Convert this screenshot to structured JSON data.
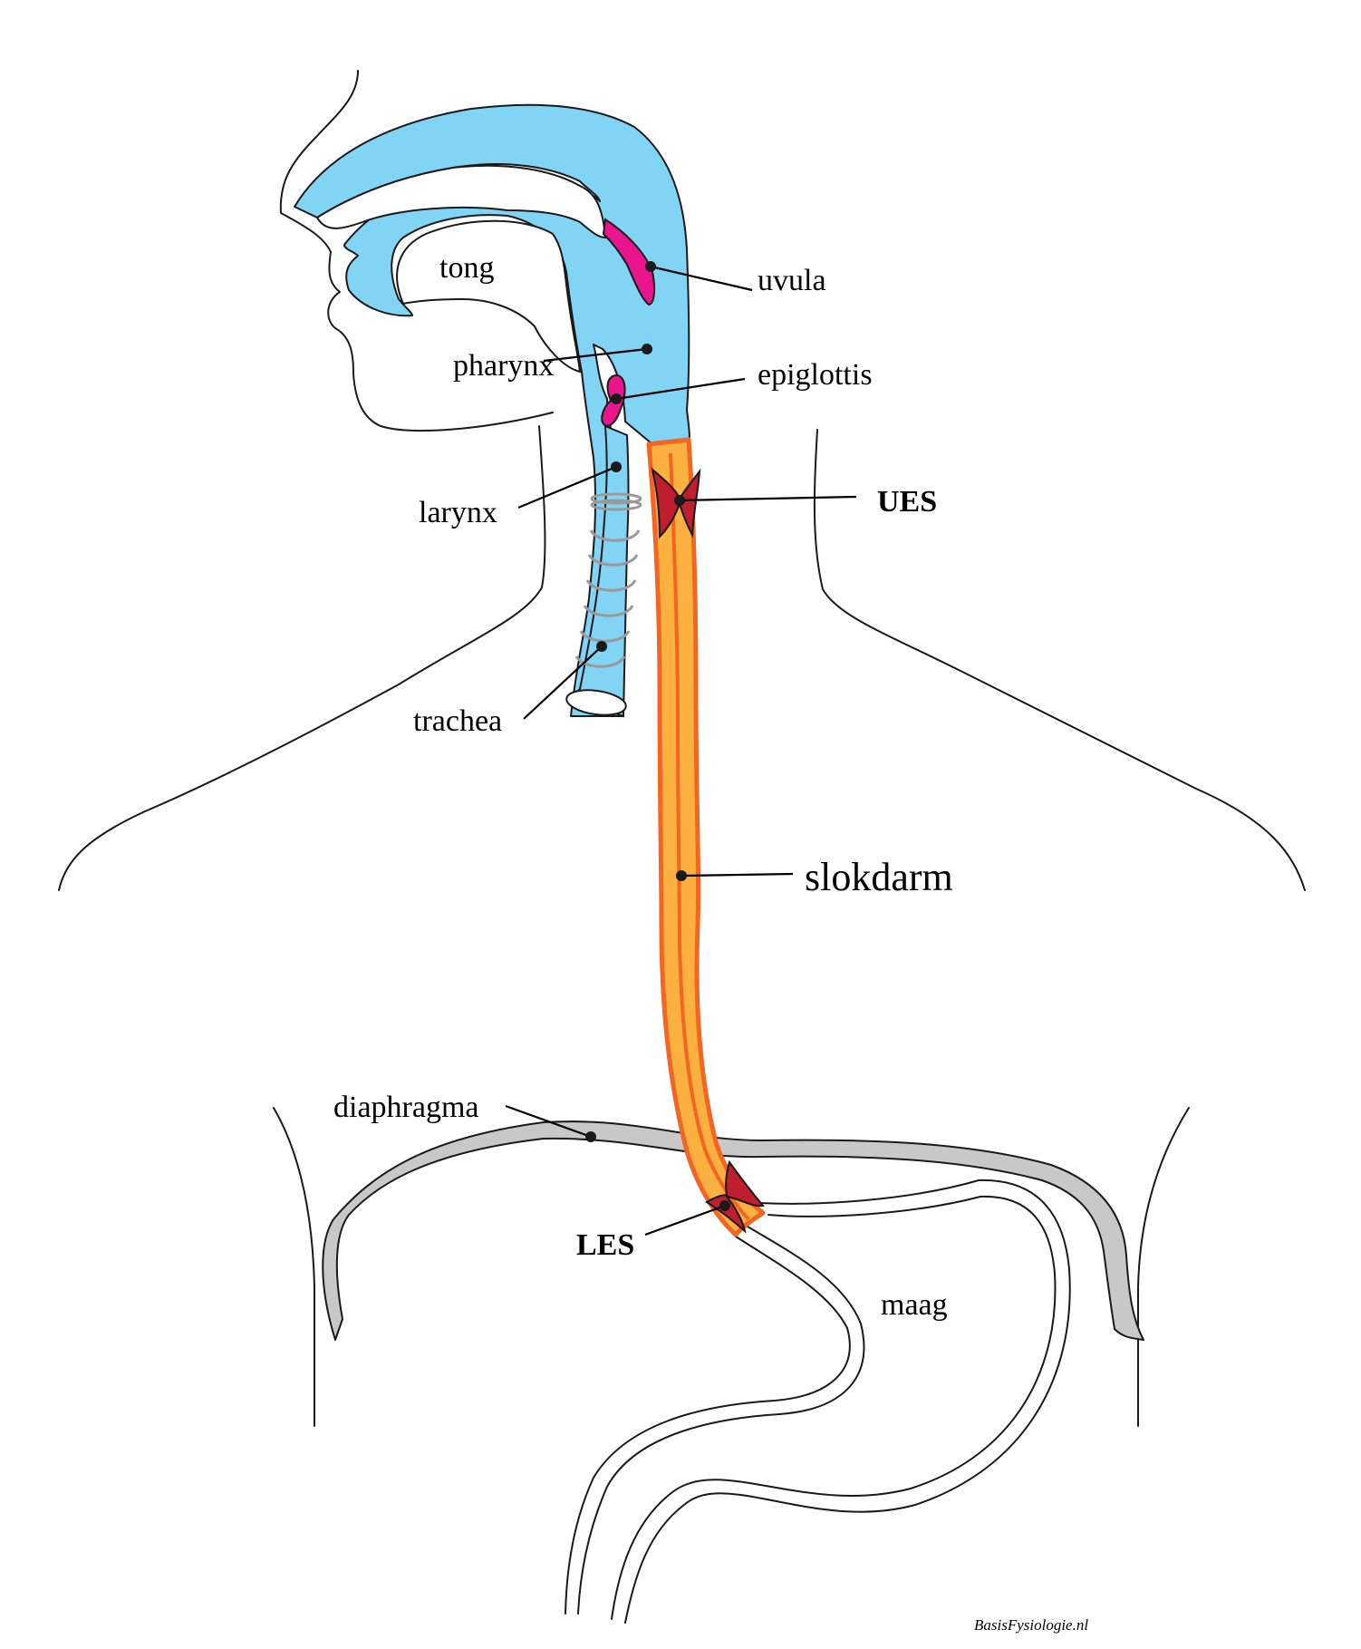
{
  "labels": {
    "tong": "tong",
    "uvula": "uvula",
    "pharynx": "pharynx",
    "epiglottis": "epiglottis",
    "larynx": "larynx",
    "ues": "UES",
    "trachea": "trachea",
    "slokdarm": "slokdarm",
    "diaphragma": "diaphragma",
    "les": "LES",
    "maag": "maag"
  },
  "credit": "BasisFysiologie.nl",
  "colors": {
    "airway": "#82d4f5",
    "uvula_epiglottis": "#e8158c",
    "esophagus_fill": "#fbb040",
    "esophagus_wall": "#f26522",
    "sphincter": "#be1e2d",
    "diaphragm": "#c8c8c8",
    "trachea_rings": "#9a9a9a",
    "outline": "#1a1a1a"
  }
}
